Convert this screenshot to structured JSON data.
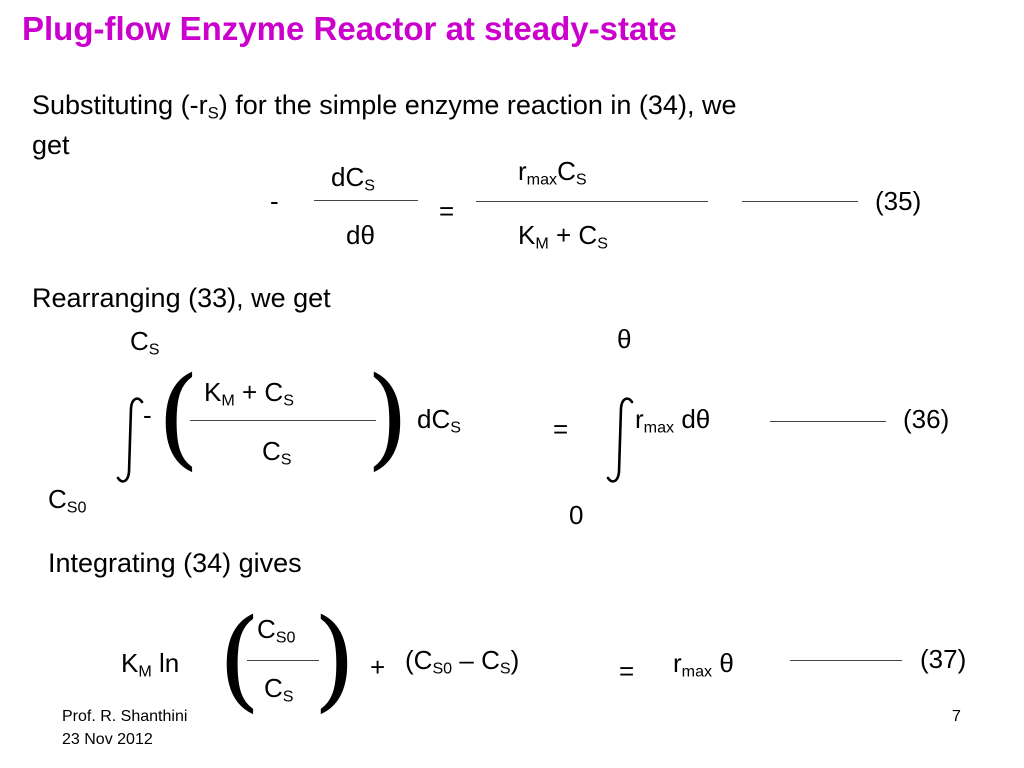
{
  "title": "Plug-flow Enzyme Reactor at steady-state",
  "intro": {
    "line1_pre": "Substituting (-r",
    "line1_sub": "S",
    "line1_post": ") for the simple enzyme reaction in (34), we",
    "line2": "get"
  },
  "eq35": {
    "minus": "-",
    "num_base": "dC",
    "num_sub": "S",
    "den": "dθ",
    "equals": "=",
    "rhs_num_r": "r",
    "rhs_num_r_sub": "max",
    "rhs_num_c": "C",
    "rhs_num_c_sub": "S",
    "rhs_den_k": "K",
    "rhs_den_k_sub": "M",
    "rhs_den_plus": " + C",
    "rhs_den_c_sub": "S",
    "number": "(35)"
  },
  "rearranging": "Rearranging (33), we get",
  "eq36": {
    "upper_base": "C",
    "upper_sub": "S",
    "lower_base": "C",
    "lower_sub": "S0",
    "minus": "-",
    "frac_num_k": "K",
    "frac_num_k_sub": "M",
    "frac_num_plus": " + C",
    "frac_num_c_sub": "S",
    "frac_den_base": "C",
    "frac_den_sub": "S",
    "dcs_base": "dC",
    "dcs_sub": "S",
    "equals": "=",
    "rhs_upper": "θ",
    "rhs_lower": "0",
    "rhs_r": "r",
    "rhs_r_sub": "max",
    "rhs_dtheta": " dθ",
    "number": "(36)"
  },
  "integrating": "Integrating (34) gives",
  "eq37": {
    "k": "K",
    "k_sub": "M",
    "ln": " ln",
    "frac_num_base": "C",
    "frac_num_sub": "S0",
    "frac_den_base": "C",
    "frac_den_sub": "S",
    "plus": "+",
    "paren_open": "(C",
    "paren_s0": "S0",
    "paren_mid": " – C",
    "paren_s": "S",
    "paren_close": ")",
    "equals": "=",
    "rhs_r": "r",
    "rhs_r_sub": "max",
    "rhs_theta": " θ",
    "number": "(37)"
  },
  "footer": {
    "author": "Prof. R. Shanthini",
    "date": "23 Nov 2012",
    "page": "7"
  }
}
